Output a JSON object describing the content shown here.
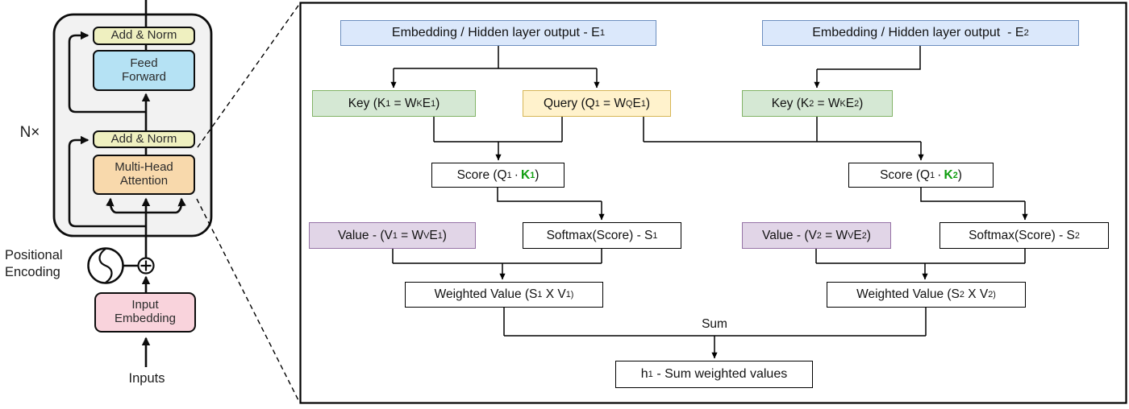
{
  "left_diagram": {
    "nx_label": "N×",
    "boxes": {
      "add_norm_top": "Add & Norm",
      "feed_forward": "Feed Forward",
      "add_norm_bottom": "Add & Norm",
      "multi_head_attention": "Multi-Head Attention",
      "input_embedding": "Input Embedding"
    },
    "positional_encoding_line1": "Positional",
    "positional_encoding_line2": "Encoding",
    "inputs_label": "Inputs",
    "colors": {
      "block_background": "#F2F2F2",
      "add_norm_fill": "#EFF0C0",
      "feed_forward_fill": "#B5E2F4",
      "attention_fill": "#F8D9AC",
      "embedding_fill": "#F9D3DC",
      "outline": "#0D0D0D"
    }
  },
  "right_panel": {
    "sum_label": "Sum",
    "boxes": {
      "e1": {
        "segments": [
          [
            "Embedding / Hidden layer output - E",
            ""
          ],
          [
            "1",
            "sub"
          ]
        ]
      },
      "e2": {
        "segments": [
          [
            "Embedding / Hidden layer output  - E",
            ""
          ],
          [
            "2",
            "sub"
          ]
        ]
      },
      "k1": {
        "segments": [
          [
            "Key (K",
            ""
          ],
          [
            "1",
            "sub"
          ],
          [
            " = W",
            ""
          ],
          [
            "K",
            "sup"
          ],
          [
            "E",
            ""
          ],
          [
            "1",
            "sub"
          ],
          [
            ")",
            ""
          ]
        ]
      },
      "q1": {
        "segments": [
          [
            "Query (Q",
            ""
          ],
          [
            "1",
            "sub"
          ],
          [
            " = W",
            ""
          ],
          [
            "Q",
            "sup"
          ],
          [
            "E",
            ""
          ],
          [
            "1",
            "sub"
          ],
          [
            ")",
            ""
          ]
        ]
      },
      "k2": {
        "segments": [
          [
            "Key (K",
            ""
          ],
          [
            "2",
            "sub"
          ],
          [
            " = W",
            ""
          ],
          [
            "K",
            "sup"
          ],
          [
            "E",
            ""
          ],
          [
            "2",
            "sub"
          ],
          [
            ")",
            ""
          ]
        ]
      },
      "score1": {
        "segments": [
          [
            "Score (Q",
            ""
          ],
          [
            "1",
            "sub"
          ],
          [
            " · ",
            ""
          ],
          [
            "K",
            "g"
          ],
          [
            "1",
            "gsub"
          ],
          [
            ")",
            ""
          ]
        ]
      },
      "score2": {
        "segments": [
          [
            "Score (Q",
            ""
          ],
          [
            "1",
            "sub"
          ],
          [
            " · ",
            ""
          ],
          [
            "K",
            "g"
          ],
          [
            "2",
            "gsub"
          ],
          [
            ")",
            ""
          ]
        ]
      },
      "value1": {
        "segments": [
          [
            "Value - (V",
            ""
          ],
          [
            "1",
            "sub"
          ],
          [
            " = W",
            ""
          ],
          [
            "V",
            "sup"
          ],
          [
            "E",
            ""
          ],
          [
            "1",
            "sub"
          ],
          [
            ")",
            ""
          ]
        ]
      },
      "softmax1": {
        "segments": [
          [
            "Softmax(Score) - S",
            ""
          ],
          [
            "1",
            "sub"
          ]
        ]
      },
      "value2": {
        "segments": [
          [
            "Value - (V",
            ""
          ],
          [
            "2",
            "sub"
          ],
          [
            " = W",
            ""
          ],
          [
            "V",
            "sup"
          ],
          [
            "E",
            ""
          ],
          [
            "2",
            "sub"
          ],
          [
            ")",
            ""
          ]
        ]
      },
      "softmax2": {
        "segments": [
          [
            "Softmax(Score) - S",
            ""
          ],
          [
            "2",
            "sub"
          ]
        ]
      },
      "weighted_value1": {
        "segments": [
          [
            "Weighted Value (S",
            ""
          ],
          [
            "1",
            "sub"
          ],
          [
            " X V",
            ""
          ],
          [
            "1)",
            "sub"
          ]
        ]
      },
      "weighted_value2": {
        "segments": [
          [
            "Weighted Value (S",
            ""
          ],
          [
            "2",
            "sub"
          ],
          [
            " X V",
            ""
          ],
          [
            "2)",
            "sub"
          ]
        ]
      },
      "h1": {
        "segments": [
          [
            "h",
            ""
          ],
          [
            "1",
            "sub"
          ],
          [
            " - Sum weighted values",
            ""
          ]
        ]
      }
    },
    "colors": {
      "embedding_fill": "#DBE8FB",
      "embedding_stroke": "#6C8EBF",
      "key_fill": "#D5E8D4",
      "key_stroke": "#82B366",
      "query_fill": "#FFF2CC",
      "query_stroke": "#D6B656",
      "value_fill": "#E1D5E7",
      "value_stroke": "#9673A6",
      "highlight_green": "#0F9D0F"
    }
  }
}
